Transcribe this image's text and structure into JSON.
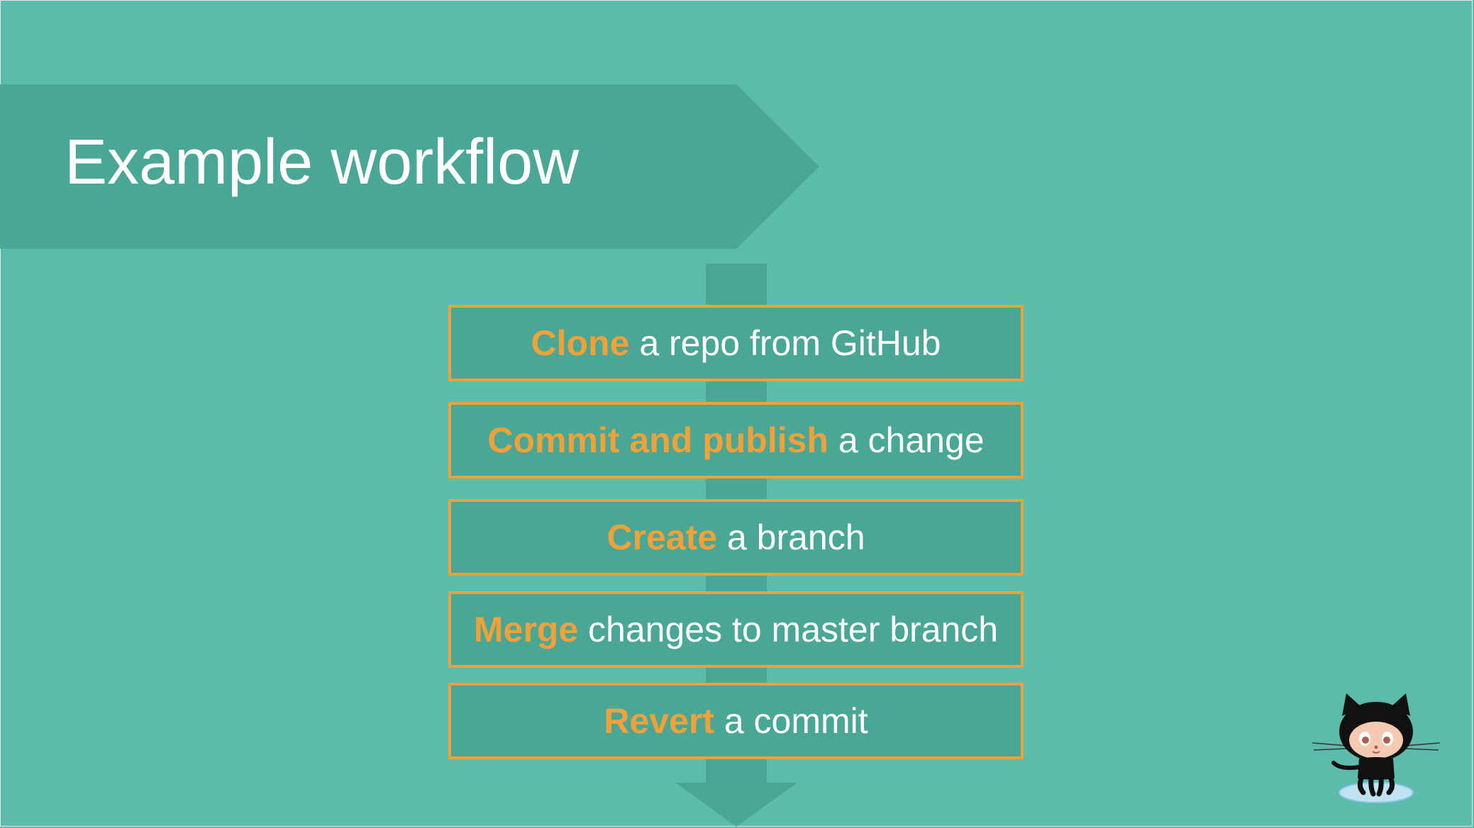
{
  "title": "Example workflow",
  "colors": {
    "background": "#5bbcab",
    "banner": "#4aa695",
    "box_fill": "#4aa695",
    "box_border": "#f0a13a",
    "highlight": "#f0a13a",
    "text": "#ffffff"
  },
  "steps": [
    {
      "highlight": "Clone",
      "rest": " a repo from GitHub"
    },
    {
      "highlight": "Commit and publish",
      "rest": " a change"
    },
    {
      "highlight": "Create",
      "rest": " a branch"
    },
    {
      "highlight": "Merge",
      "rest": " changes to master branch"
    },
    {
      "highlight": "Revert",
      "rest": " a commit"
    }
  ],
  "mascot_icon": "octocat-icon"
}
